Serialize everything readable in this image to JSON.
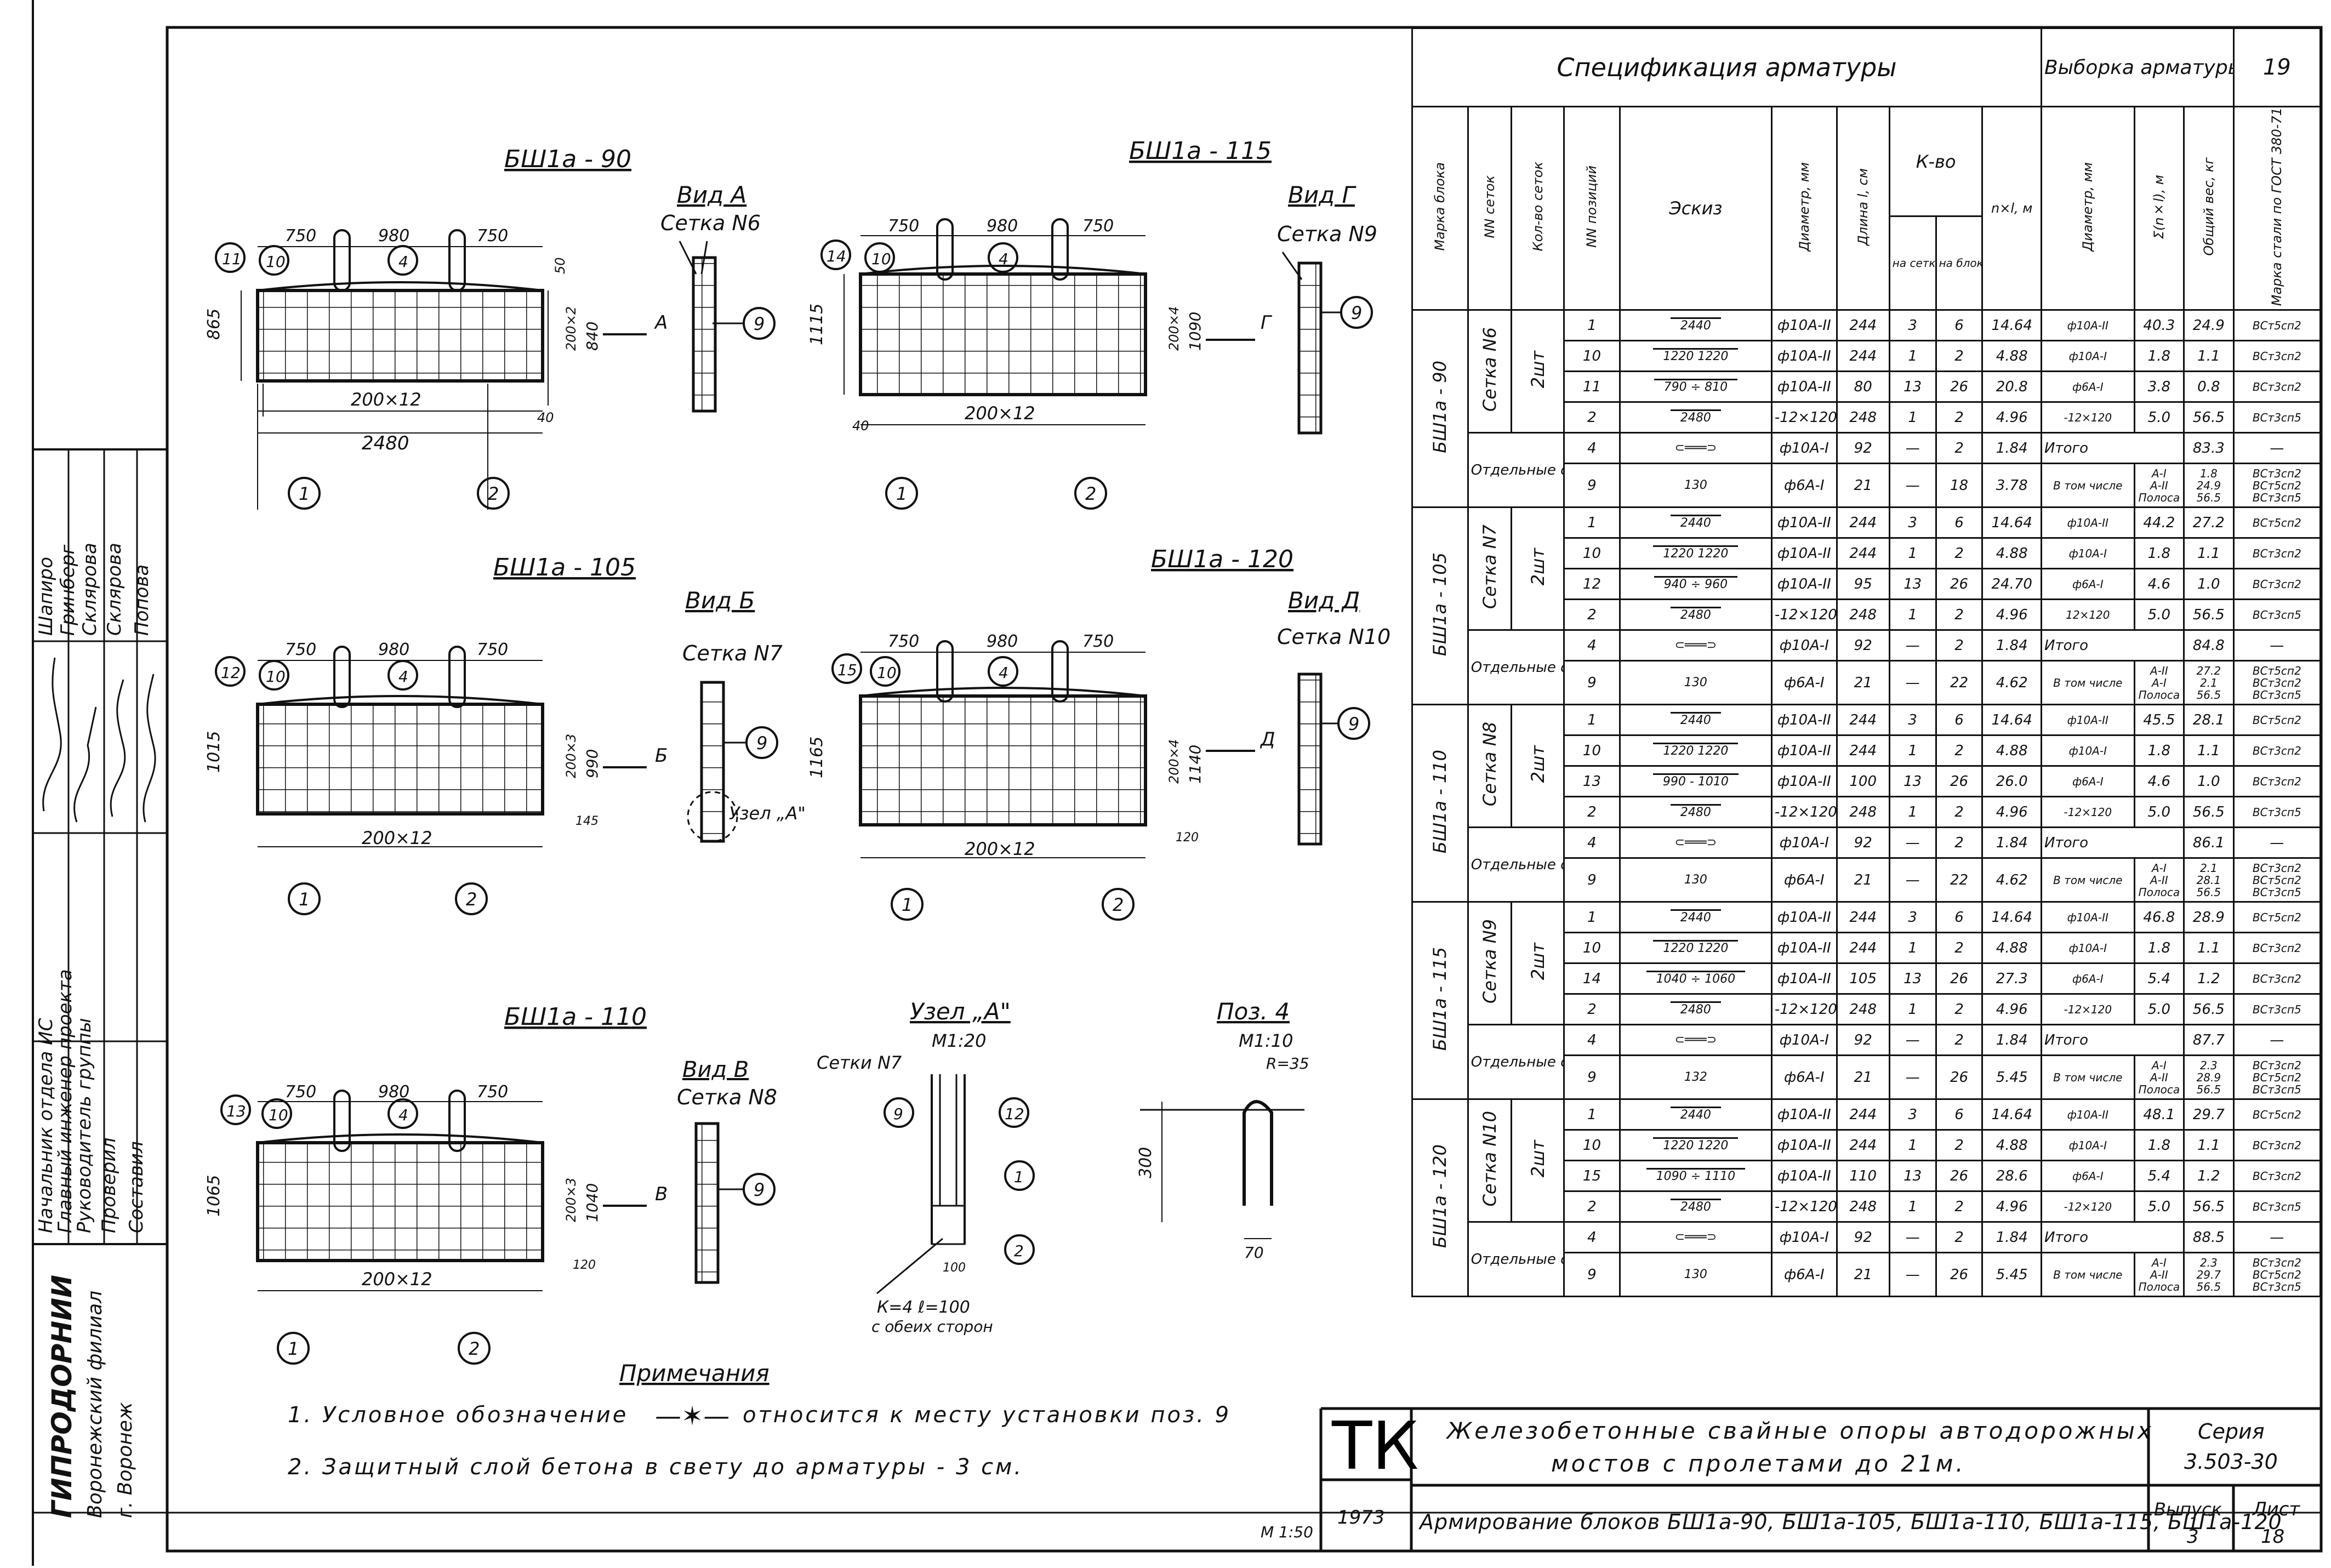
{
  "header": {
    "spec_title": "Спецификация арматуры",
    "selection_title": "Выборка арматуры",
    "sheet_number": "19"
  },
  "spec_columns": {
    "mark": "Марка блока",
    "grid_no": "NN сеток",
    "grid_count": "Кол-во сеток",
    "pos_no": "NN позиций",
    "sketch": "Эскиз",
    "diameter": "Диаметр, мм",
    "length": "Длина l, см",
    "qty": "К-во",
    "qty_grid": "на сетки",
    "qty_block": "на блок",
    "nxl": "n×l, м"
  },
  "sel_columns": {
    "diameter": "Диаметр, мм",
    "sum_len": "Σ(n×l), м",
    "weight": "Общий вес, кг",
    "steel": "Марка стали по ГОСТ 380-71"
  },
  "blocks": [
    {
      "mark": "БШ1а - 90",
      "grid": "Сетка N6",
      "grid_count": "2шт",
      "rows": [
        {
          "pos": "1",
          "sketch": "2440",
          "dia": "ф10А-II",
          "len": "244",
          "qg": "3",
          "qb": "6",
          "nxl": "14.64"
        },
        {
          "pos": "10",
          "sketch": "1220  1220",
          "dia": "ф10А-II",
          "len": "244",
          "qg": "1",
          "qb": "2",
          "nxl": "4.88"
        },
        {
          "pos": "11",
          "sketch": "790 ÷ 810",
          "dia": "ф10А-II",
          "len": "80",
          "qg": "13",
          "qb": "26",
          "nxl": "20.8"
        },
        {
          "pos": "2",
          "sketch": "2480",
          "dia": "-12×120",
          "len": "248",
          "qg": "1",
          "qb": "2",
          "nxl": "4.96"
        }
      ],
      "sep": "Отдельные стержни",
      "sep_rows": [
        {
          "pos": "4",
          "sketch": "⊂═══⊃",
          "dia": "ф10А-I",
          "len": "92",
          "qg": "—",
          "qb": "2",
          "nxl": "1.84"
        },
        {
          "pos": "9",
          "sketch": "130",
          "dia": "ф6А-I",
          "len": "21",
          "qg": "—",
          "qb": "18",
          "nxl": "3.78"
        }
      ],
      "sel": [
        {
          "d": "ф10А-II",
          "s": "40.3",
          "w": "24.9",
          "m": "ВСт5сп2"
        },
        {
          "d": "ф10А-I",
          "s": "1.8",
          "w": "1.1",
          "m": "ВСт3сп2"
        },
        {
          "d": "ф6А-I",
          "s": "3.8",
          "w": "0.8",
          "m": "ВСт3сп2"
        },
        {
          "d": "-12×120",
          "s": "5.0",
          "w": "56.5",
          "m": "ВСт3сп5"
        }
      ],
      "total_label": "Итого",
      "total": "83.3",
      "total_dash": "—",
      "incl_label": "В том числе",
      "incl": [
        {
          "c": "А-I",
          "w": "1.8",
          "m": "ВСт3сп2"
        },
        {
          "c": "А-II",
          "w": "24.9",
          "m": "ВСт5сп2"
        },
        {
          "c": "Полоса",
          "w": "56.5",
          "m": "ВСт3сп5"
        }
      ]
    },
    {
      "mark": "БШ1а - 105",
      "grid": "Сетка N7",
      "grid_count": "2шт",
      "rows": [
        {
          "pos": "1",
          "sketch": "2440",
          "dia": "ф10А-II",
          "len": "244",
          "qg": "3",
          "qb": "6",
          "nxl": "14.64"
        },
        {
          "pos": "10",
          "sketch": "1220  1220",
          "dia": "ф10А-II",
          "len": "244",
          "qg": "1",
          "qb": "2",
          "nxl": "4.88"
        },
        {
          "pos": "12",
          "sketch": "940 ÷ 960",
          "dia": "ф10А-II",
          "len": "95",
          "qg": "13",
          "qb": "26",
          "nxl": "24.70"
        },
        {
          "pos": "2",
          "sketch": "2480",
          "dia": "-12×120",
          "len": "248",
          "qg": "1",
          "qb": "2",
          "nxl": "4.96"
        }
      ],
      "sep": "Отдельные стержни",
      "sep_rows": [
        {
          "pos": "4",
          "sketch": "⊂═══⊃",
          "dia": "ф10А-I",
          "len": "92",
          "qg": "—",
          "qb": "2",
          "nxl": "1.84"
        },
        {
          "pos": "9",
          "sketch": "130",
          "dia": "ф6А-I",
          "len": "21",
          "qg": "—",
          "qb": "22",
          "nxl": "4.62"
        }
      ],
      "sel": [
        {
          "d": "ф10А-II",
          "s": "44.2",
          "w": "27.2",
          "m": "ВСт5сп2"
        },
        {
          "d": "ф10А-I",
          "s": "1.8",
          "w": "1.1",
          "m": "ВСт3сп2"
        },
        {
          "d": "ф6А-I",
          "s": "4.6",
          "w": "1.0",
          "m": "ВСт3сп2"
        },
        {
          "d": "12×120",
          "s": "5.0",
          "w": "56.5",
          "m": "ВСт3сп5"
        }
      ],
      "total_label": "Итого",
      "total": "84.8",
      "total_dash": "—",
      "incl_label": "В том числе",
      "incl": [
        {
          "c": "А-II",
          "w": "27.2",
          "m": "ВСт5сп2"
        },
        {
          "c": "А-I",
          "w": "2.1",
          "m": "ВСт3сп2"
        },
        {
          "c": "Полоса",
          "w": "56.5",
          "m": "ВСт3сп5"
        }
      ]
    },
    {
      "mark": "БШ1а - 110",
      "grid": "Сетка N8",
      "grid_count": "2шт",
      "rows": [
        {
          "pos": "1",
          "sketch": "2440",
          "dia": "ф10А-II",
          "len": "244",
          "qg": "3",
          "qb": "6",
          "nxl": "14.64"
        },
        {
          "pos": "10",
          "sketch": "1220  1220",
          "dia": "ф10А-II",
          "len": "244",
          "qg": "1",
          "qb": "2",
          "nxl": "4.88"
        },
        {
          "pos": "13",
          "sketch": "990 - 1010",
          "dia": "ф10А-II",
          "len": "100",
          "qg": "13",
          "qb": "26",
          "nxl": "26.0"
        },
        {
          "pos": "2",
          "sketch": "2480",
          "dia": "-12×120",
          "len": "248",
          "qg": "1",
          "qb": "2",
          "nxl": "4.96"
        }
      ],
      "sep": "Отдельные стержни",
      "sep_rows": [
        {
          "pos": "4",
          "sketch": "⊂═══⊃",
          "dia": "ф10А-I",
          "len": "92",
          "qg": "—",
          "qb": "2",
          "nxl": "1.84"
        },
        {
          "pos": "9",
          "sketch": "130",
          "dia": "ф6А-I",
          "len": "21",
          "qg": "—",
          "qb": "22",
          "nxl": "4.62"
        }
      ],
      "sel": [
        {
          "d": "ф10А-II",
          "s": "45.5",
          "w": "28.1",
          "m": "ВСт5сп2"
        },
        {
          "d": "ф10А-I",
          "s": "1.8",
          "w": "1.1",
          "m": "ВСт3сп2"
        },
        {
          "d": "ф6А-I",
          "s": "4.6",
          "w": "1.0",
          "m": "ВСт3сп2"
        },
        {
          "d": "-12×120",
          "s": "5.0",
          "w": "56.5",
          "m": "ВСт3сп5"
        }
      ],
      "total_label": "Итого",
      "total": "86.1",
      "total_dash": "—",
      "incl_label": "В том числе",
      "incl": [
        {
          "c": "А-I",
          "w": "2.1",
          "m": "ВСт3сп2"
        },
        {
          "c": "А-II",
          "w": "28.1",
          "m": "ВСт5сп2"
        },
        {
          "c": "Полоса",
          "w": "56.5",
          "m": "ВСт3сп5"
        }
      ]
    },
    {
      "mark": "БШ1а - 115",
      "grid": "Сетка N9",
      "grid_count": "2шт",
      "rows": [
        {
          "pos": "1",
          "sketch": "2440",
          "dia": "ф10А-II",
          "len": "244",
          "qg": "3",
          "qb": "6",
          "nxl": "14.64"
        },
        {
          "pos": "10",
          "sketch": "1220  1220",
          "dia": "ф10А-II",
          "len": "244",
          "qg": "1",
          "qb": "2",
          "nxl": "4.88"
        },
        {
          "pos": "14",
          "sketch": "1040 ÷ 1060",
          "dia": "ф10А-II",
          "len": "105",
          "qg": "13",
          "qb": "26",
          "nxl": "27.3"
        },
        {
          "pos": "2",
          "sketch": "2480",
          "dia": "-12×120",
          "len": "248",
          "qg": "1",
          "qb": "2",
          "nxl": "4.96"
        }
      ],
      "sep": "Отдельные стержни",
      "sep_rows": [
        {
          "pos": "4",
          "sketch": "⊂═══⊃",
          "dia": "ф10А-I",
          "len": "92",
          "qg": "—",
          "qb": "2",
          "nxl": "1.84"
        },
        {
          "pos": "9",
          "sketch": "132",
          "dia": "ф6А-I",
          "len": "21",
          "qg": "—",
          "qb": "26",
          "nxl": "5.45"
        }
      ],
      "sel": [
        {
          "d": "ф10А-II",
          "s": "46.8",
          "w": "28.9",
          "m": "ВСт5сп2"
        },
        {
          "d": "ф10А-I",
          "s": "1.8",
          "w": "1.1",
          "m": "ВСт3сп2"
        },
        {
          "d": "ф6А-I",
          "s": "5.4",
          "w": "1.2",
          "m": "ВСт3сп2"
        },
        {
          "d": "-12×120",
          "s": "5.0",
          "w": "56.5",
          "m": "ВСт3сп5"
        }
      ],
      "total_label": "Итого",
      "total": "87.7",
      "total_dash": "—",
      "incl_label": "В том числе",
      "incl": [
        {
          "c": "А-I",
          "w": "2.3",
          "m": "ВСт3сп2"
        },
        {
          "c": "А-II",
          "w": "28.9",
          "m": "ВСт5сп2"
        },
        {
          "c": "Полоса",
          "w": "56.5",
          "m": "ВСт3сп5"
        }
      ]
    },
    {
      "mark": "БШ1а - 120",
      "grid": "Сетка N10",
      "grid_count": "2шт",
      "rows": [
        {
          "pos": "1",
          "sketch": "2440",
          "dia": "ф10А-II",
          "len": "244",
          "qg": "3",
          "qb": "6",
          "nxl": "14.64"
        },
        {
          "pos": "10",
          "sketch": "1220  1220",
          "dia": "ф10А-II",
          "len": "244",
          "qg": "1",
          "qb": "2",
          "nxl": "4.88"
        },
        {
          "pos": "15",
          "sketch": "1090 ÷ 1110",
          "dia": "ф10А-II",
          "len": "110",
          "qg": "13",
          "qb": "26",
          "nxl": "28.6"
        },
        {
          "pos": "2",
          "sketch": "2480",
          "dia": "-12×120",
          "len": "248",
          "qg": "1",
          "qb": "2",
          "nxl": "4.96"
        }
      ],
      "sep": "Отдельные стержни",
      "sep_rows": [
        {
          "pos": "4",
          "sketch": "⊂═══⊃",
          "dia": "ф10А-I",
          "len": "92",
          "qg": "—",
          "qb": "2",
          "nxl": "1.84"
        },
        {
          "pos": "9",
          "sketch": "130",
          "dia": "ф6А-I",
          "len": "21",
          "qg": "—",
          "qb": "26",
          "nxl": "5.45"
        }
      ],
      "sel": [
        {
          "d": "ф10А-II",
          "s": "48.1",
          "w": "29.7",
          "m": "ВСт5сп2"
        },
        {
          "d": "ф10А-I",
          "s": "1.8",
          "w": "1.1",
          "m": "ВСт3сп2"
        },
        {
          "d": "ф6А-I",
          "s": "5.4",
          "w": "1.2",
          "m": "ВСт3сп2"
        },
        {
          "d": "-12×120",
          "s": "5.0",
          "w": "56.5",
          "m": "ВСт3сп5"
        }
      ],
      "total_label": "Итого",
      "total": "88.5",
      "total_dash": "—",
      "incl_label": "В том числе",
      "incl": [
        {
          "c": "А-I",
          "w": "2.3",
          "m": "ВСт3сп2"
        },
        {
          "c": "А-II",
          "w": "29.7",
          "m": "ВСт5сп2"
        },
        {
          "c": "Полоса",
          "w": "56.5",
          "m": "ВСт3сп5"
        }
      ]
    }
  ],
  "drawings": {
    "b90": "БШ1а - 90",
    "b105": "БШ1а - 105",
    "b110": "БШ1а - 110",
    "b115": "БШ1а - 115",
    "b120": "БШ1а - 120",
    "view_a": "Вид А",
    "grid6": "Сетка N6",
    "view_b": "Вид Б",
    "grid7": "Сетка N7",
    "view_v": "Вид В",
    "grid8": "Сетка N8",
    "view_g": "Вид Г",
    "grid9": "Сетка N9",
    "view_d": "Вид Д",
    "grid10": "Сетка N10",
    "node_a": "Узел „А\"",
    "node_scale": "М1:20",
    "node_grid": "Сетки N7",
    "node_note1": "К=4  ℓ=100",
    "node_note2": "с обеих сторон",
    "node_ref": "Узел „А\"",
    "pos4": "Поз. 4",
    "pos4_scale": "М1:10",
    "r35": "R=35",
    "dim_750": "750",
    "dim_980": "980",
    "dim_2480": "2480",
    "dim_200x12": "200×12",
    "dim_865": "865",
    "dim_1015": "1015",
    "dim_1065": "1065",
    "dim_1115": "1115",
    "dim_1165": "1165",
    "dim_840": "840",
    "dim_990": "990",
    "dim_1040": "1040",
    "dim_1090": "1090",
    "dim_1140": "1140",
    "dim_200x2": "200×2",
    "dim_200x3": "200×3",
    "dim_200x4": "200×4",
    "dim_50": "50",
    "dim_40": "40",
    "dim_120": "120",
    "dim_145": "145",
    "dim_100": "100",
    "dim_300": "300",
    "dim_70": "70",
    "arrow_a": "А",
    "arrow_b": "Б",
    "arrow_v": "В",
    "arrow_g": "Г",
    "arrow_d": "Д",
    "c1": "1",
    "c2": "2",
    "c4": "4",
    "c9": "9",
    "c10": "10",
    "c11": "11",
    "c12": "12",
    "c13": "13",
    "c14": "14",
    "c15": "15"
  },
  "notes": {
    "title": "Примечания",
    "n1": "1. Условное обозначение",
    "n1b": "относится к месту установки поз. 9",
    "n2": "2. Защитный слой бетона в свету до арматуры - 3 см.",
    "scale": "М 1:50"
  },
  "sidebar": {
    "roles": [
      "Начальник отдела ИС",
      "Главный инженер проекта",
      "Руководитель группы",
      "Проверил",
      "Составил"
    ],
    "names": [
      "Шапиро",
      "Гринберг",
      "Склярова",
      "Склярова",
      "Попова"
    ],
    "org1": "ГИПРОДОРНИИ",
    "org2": "Воронежский филиал",
    "org3": "г. Воронеж"
  },
  "titleblock": {
    "tk": "ТК",
    "year": "1973",
    "line1": "Железобетонные свайные опоры автодорожных",
    "line2": "мостов с пролетами до 21м.",
    "line3": "Армирование блоков БШ1а-90, БШ1а-105, БШ1а-110, БШ1а-115, БШ1а-120",
    "series_label": "Серия",
    "series": "3.503-30",
    "issue_label": "Выпуск",
    "issue": "3",
    "sheet_label": "Лист",
    "sheet": "18"
  }
}
